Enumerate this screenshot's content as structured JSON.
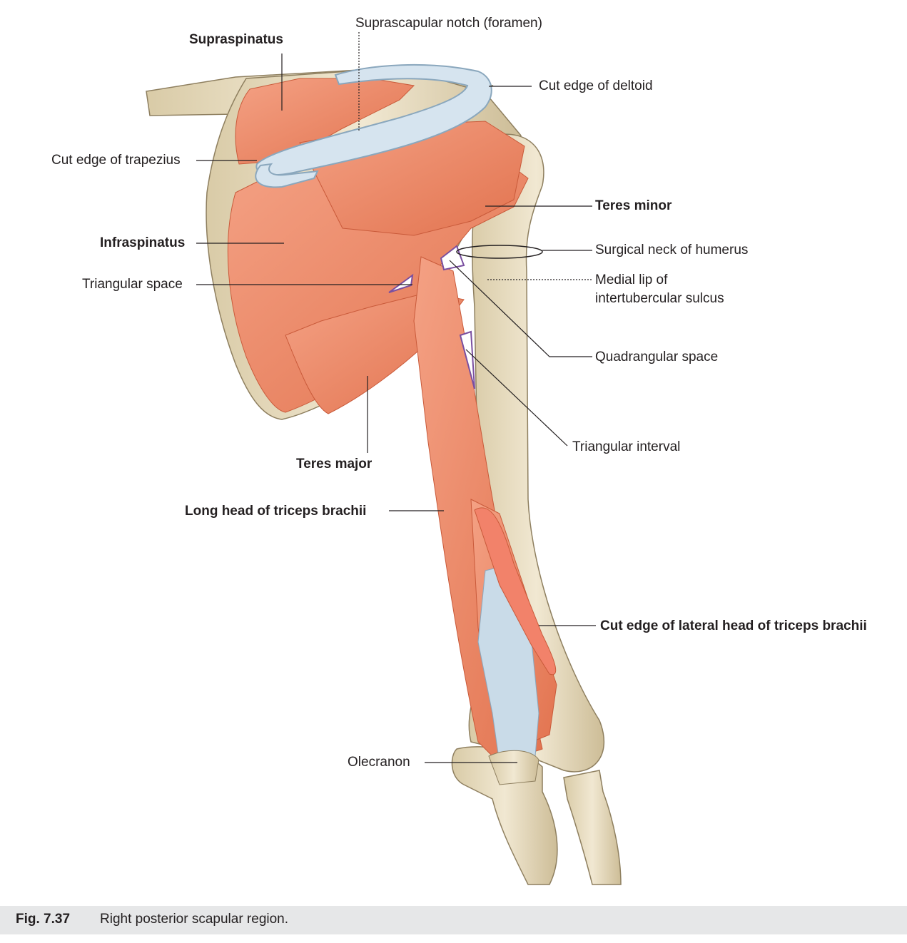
{
  "labels": {
    "supraspinatus": "Supraspinatus",
    "suprascapular_notch": "Suprascapular notch (foramen)",
    "cut_edge_deltoid": "Cut edge of deltoid",
    "cut_edge_trapezius": "Cut edge of trapezius",
    "teres_minor": "Teres minor",
    "infraspinatus": "Infraspinatus",
    "surgical_neck": "Surgical neck of humerus",
    "triangular_space": "Triangular space",
    "medial_lip_1": "Medial lip of",
    "medial_lip_2": "intertubercular sulcus",
    "quadrangular_space": "Quadrangular space",
    "triangular_interval": "Triangular interval",
    "teres_major": "Teres major",
    "long_head_triceps": "Long head of triceps brachii",
    "cut_edge_lateral_triceps": "Cut edge of lateral head of triceps brachii",
    "olecranon": "Olecranon"
  },
  "caption": {
    "number": "Fig. 7.37",
    "text": "Right posterior scapular region."
  },
  "colors": {
    "muscle": "#ef8a6a",
    "bone": "#e8dcc0",
    "tendon": "#c9dbe8",
    "space": "#7a4fa0",
    "leader": "#231f20"
  }
}
